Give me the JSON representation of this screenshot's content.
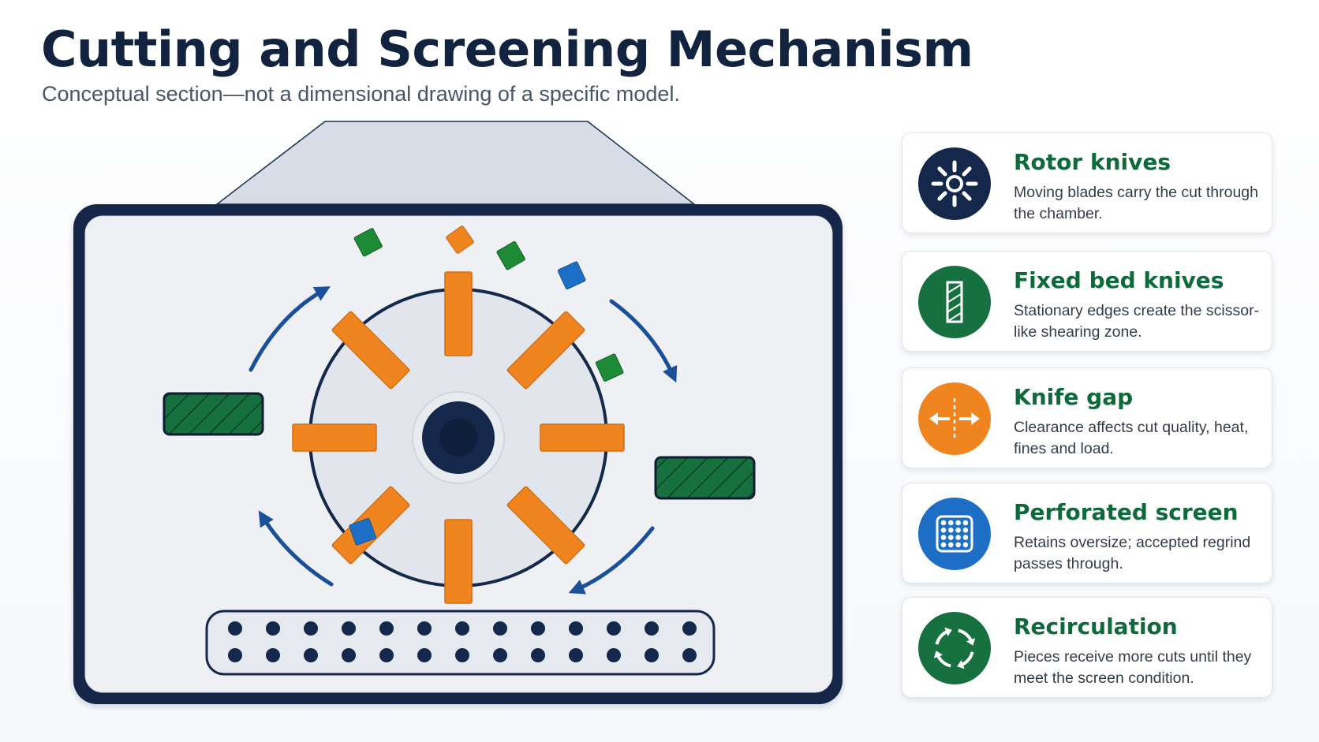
{
  "header": {
    "title": "Cutting and Screening Mechanism",
    "subtitle": "Conceptual section—not a dimensional drawing of a specific model."
  },
  "colors": {
    "navy": "#13284a",
    "orange": "#f0841f",
    "green": "#17703f",
    "blue": "#1c6fc4",
    "chamber": "#eef0f4",
    "rotor": "#e2e6ec",
    "hopper": "#d7dde6"
  },
  "cards": [
    {
      "title": "Rotor knives",
      "description": "Moving blades carry the cut through the chamber.",
      "icon": "sun-rotor-icon",
      "color": "#13284a"
    },
    {
      "title": "Fixed bed knives",
      "description": "Stationary edges create the scissor-like shearing zone.",
      "icon": "hatched-blade-icon",
      "color": "#17703f"
    },
    {
      "title": "Knife gap",
      "description": "Clearance affects cut quality, heat, fines and load.",
      "icon": "gap-arrows-icon",
      "color": "#f0841f"
    },
    {
      "title": "Perforated screen",
      "description": "Retains oversize; accepted regrind passes through.",
      "icon": "screen-grid-icon",
      "color": "#1c6fc4"
    },
    {
      "title": "Recirculation",
      "description": "Pieces receive more cuts until they meet the screen condition.",
      "icon": "recirculation-arrows-icon",
      "color": "#17703f"
    }
  ]
}
